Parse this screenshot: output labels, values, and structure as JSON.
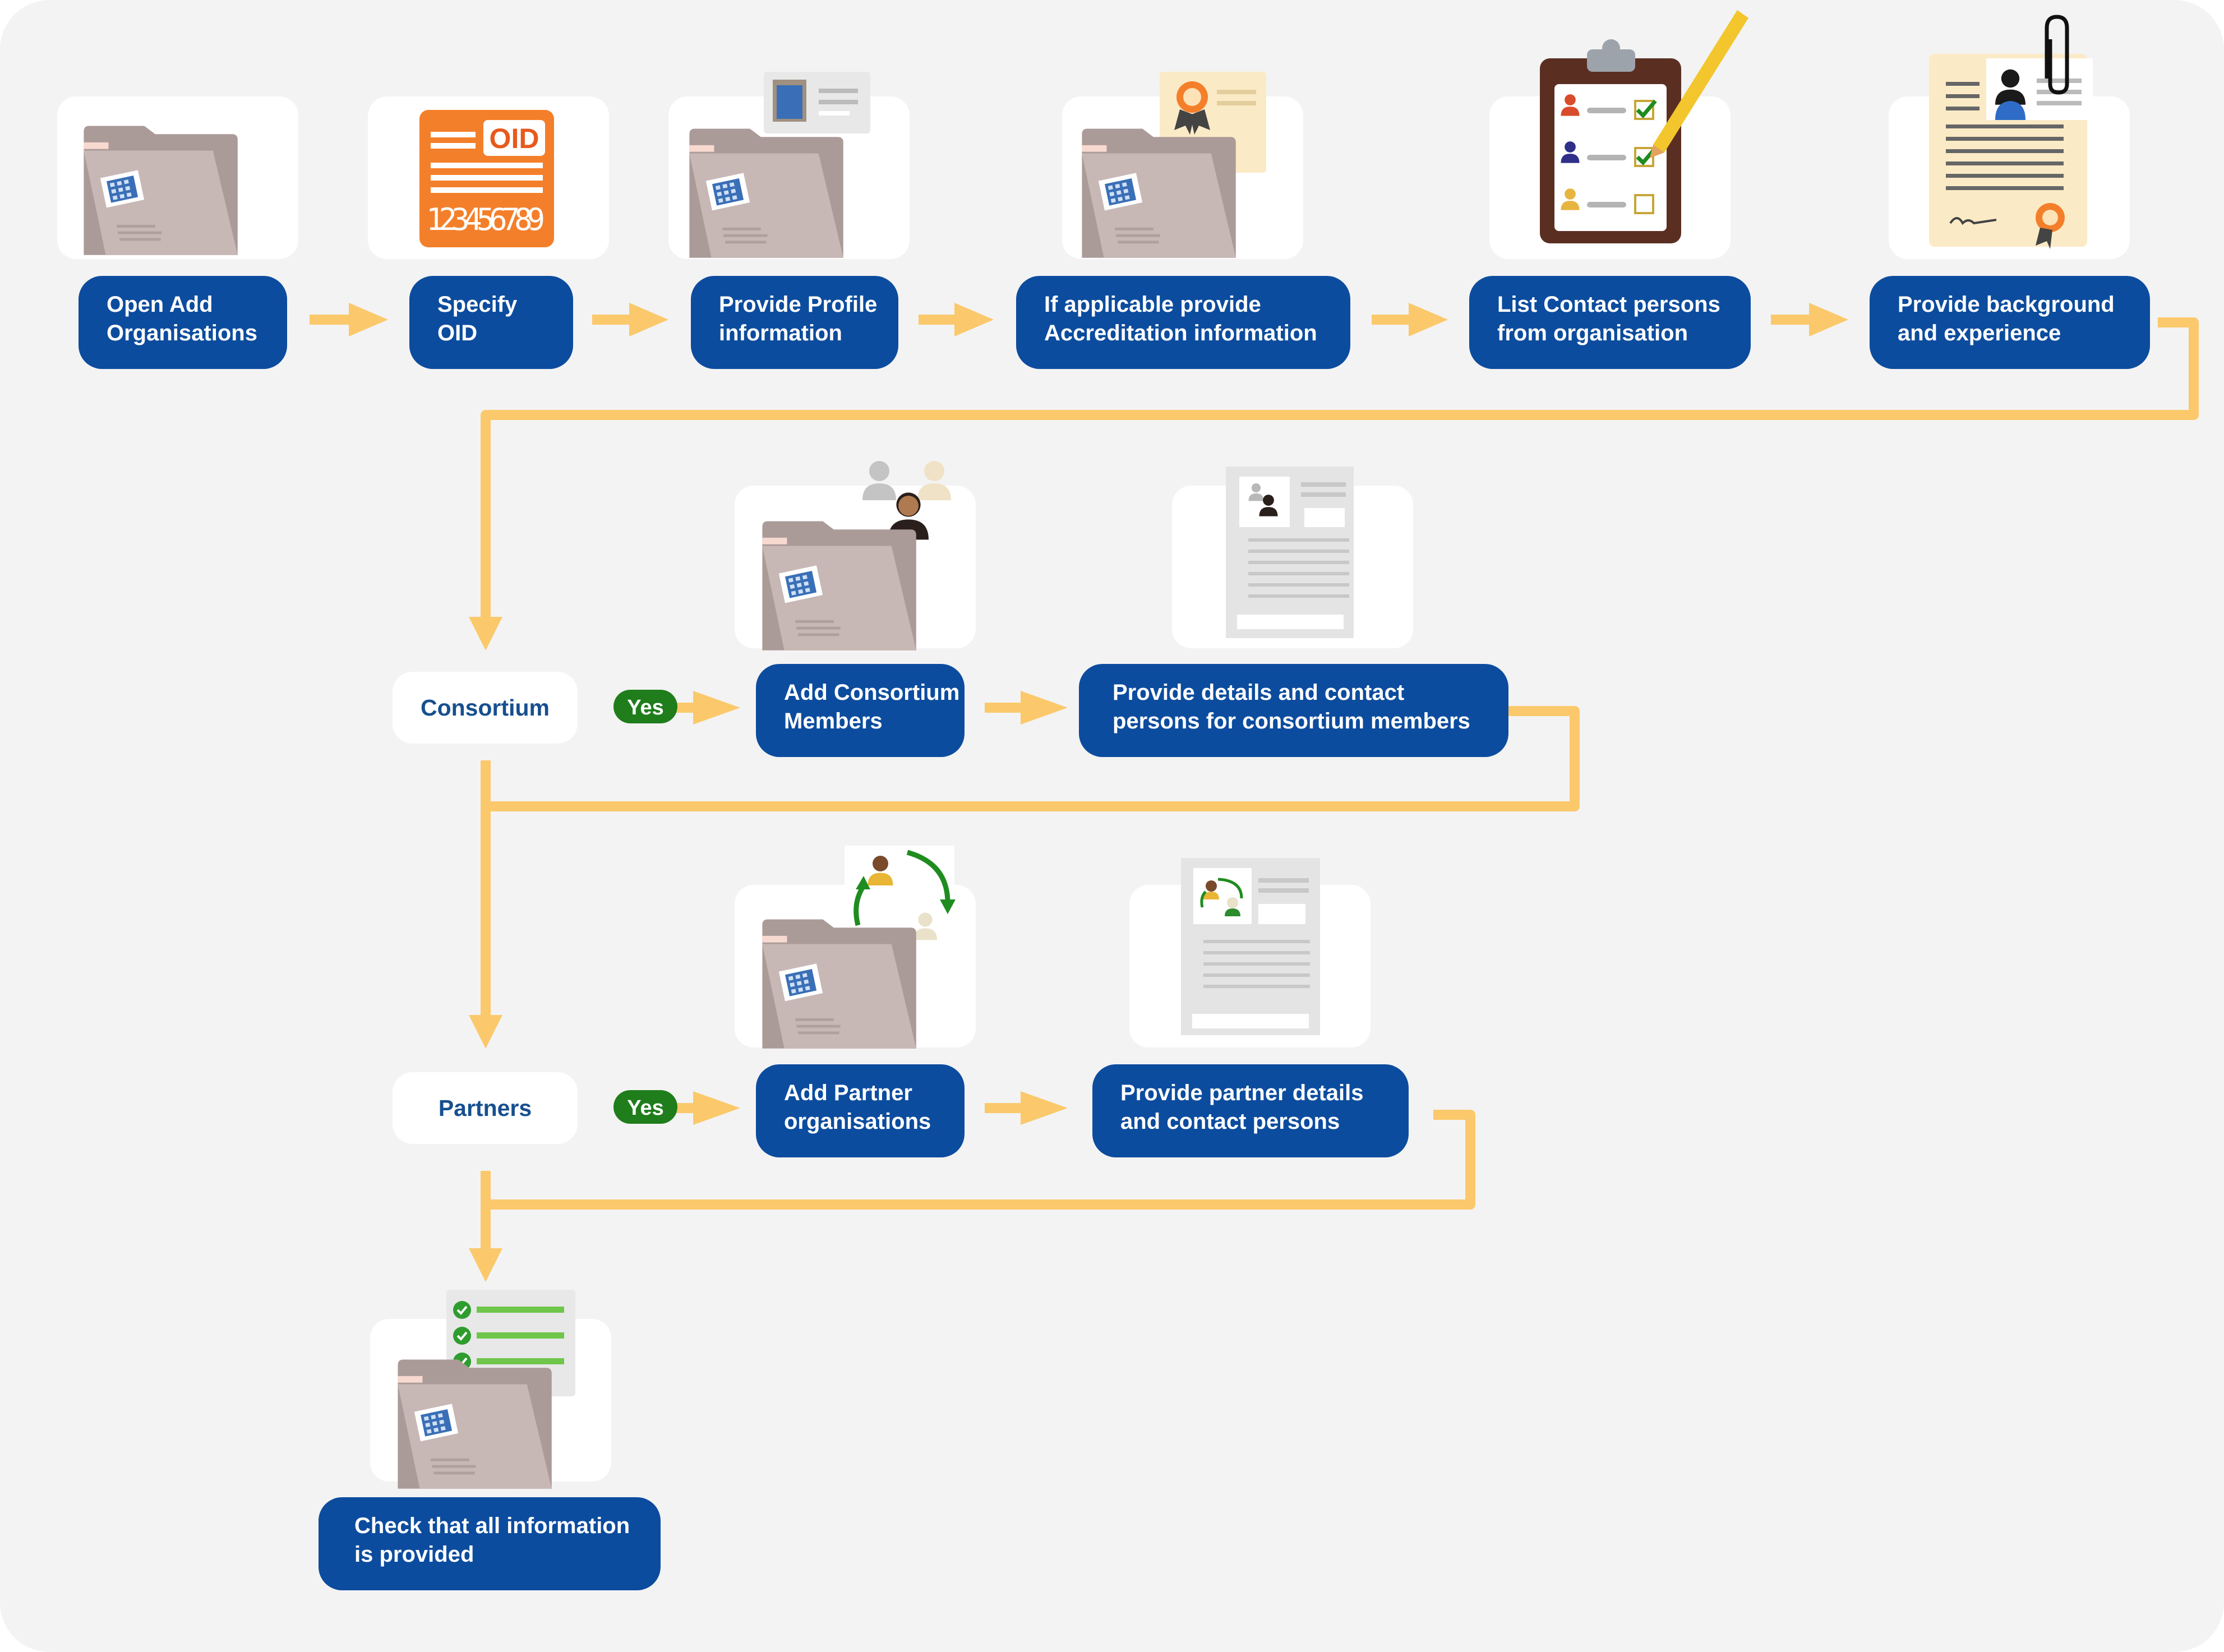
{
  "steps": {
    "open_add": "Open Add\nOrganisations",
    "specify_oid": "Specify\nOID",
    "profile": "Provide Profile\ninformation",
    "accreditation": "If applicable provide\nAccreditation information",
    "contacts": "List Contact persons\nfrom organisation",
    "background": "Provide background\nand experience",
    "add_consortium": "Add Consortium\nMembers",
    "consortium_details": "Provide details and contact\npersons for consortium members",
    "add_partner": "Add Partner\norganisations",
    "partner_details": "Provide partner details\nand contact persons",
    "check": "Check that all information\nis provided"
  },
  "decisions": {
    "consortium": "Consortium",
    "partners": "Partners"
  },
  "yes_label": "Yes",
  "oid_card": {
    "tag": "OID",
    "number": "123456789"
  },
  "colors": {
    "box": "#0c4c9e",
    "arrow": "#fbc96b",
    "yes": "#1f7d1b",
    "oid": "#f47f2a",
    "folder": "#c8b8b5",
    "background": "#f3f3f3"
  }
}
